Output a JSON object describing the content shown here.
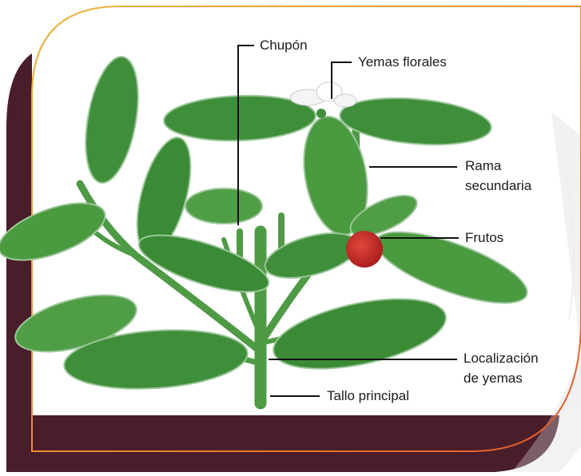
{
  "colors": {
    "frame_dark": "#4a1d2b",
    "border_accent_start": "#e9b53a",
    "border_accent_end": "#e05a2a",
    "leaf": "#3f8f3a",
    "leaf_light": "#6fb05a",
    "leaf_dark": "#2d6e2c",
    "stem": "#4e9a45",
    "fruit": "#c42a22",
    "flower": "#f4f4f4",
    "leader_line": "#111111",
    "text": "#1a1a1a"
  },
  "labels": {
    "chupon": "Chupón",
    "yemas_florales": "Yemas florales",
    "rama_secundaria_1": "Rama",
    "rama_secundaria_2": "secundaria",
    "frutos": "Frutos",
    "localizacion_1": "Localización",
    "localizacion_2": "de yemas",
    "tallo_principal": "Tallo principal"
  }
}
